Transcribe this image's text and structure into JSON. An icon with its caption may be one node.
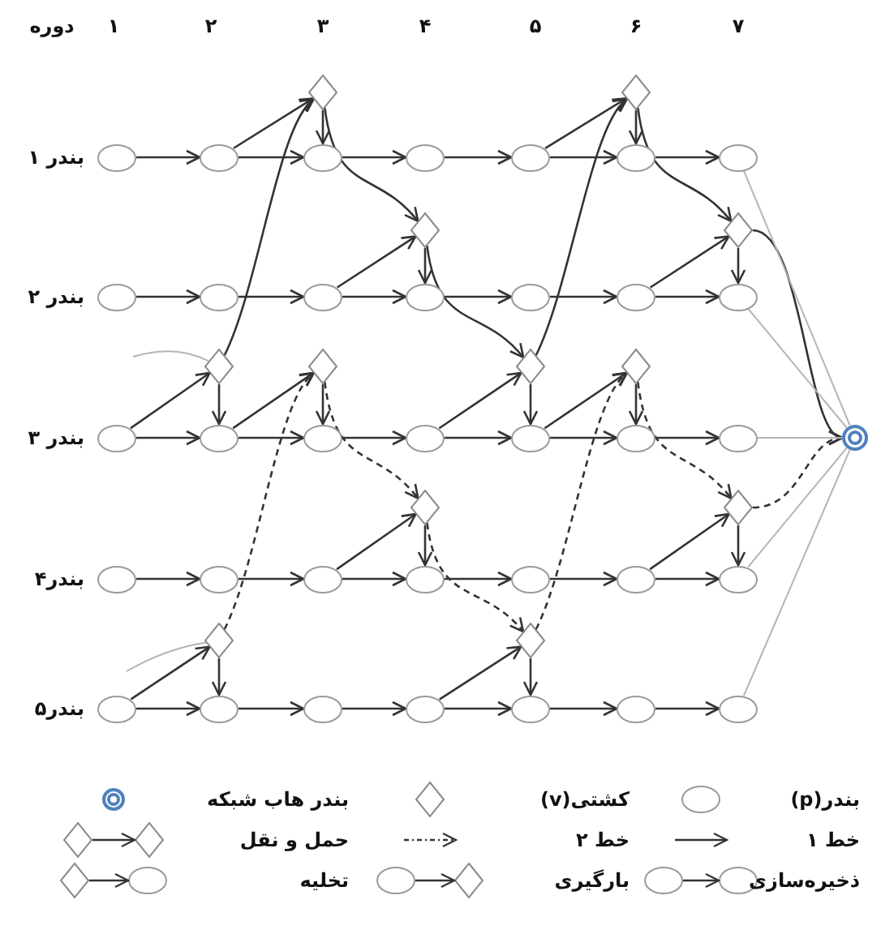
{
  "diagram": {
    "nodes": [
      {
        "text": [],
        "shape": "diamond"
      },
      {
        "text": [],
        "shape": "diamond"
      },
      {
        "text": [],
        "shape": "ellipse"
      },
      {
        "text": [],
        "shape": "ellipse"
      },
      {
        "text": [],
        "shape": "ellipse"
      },
      {
        "text": [],
        "shape": "ellipse"
      },
      {
        "text": [],
        "shape": "ellipse"
      },
      {
        "text": [],
        "shape": "ellipse"
      },
      {
        "text": [],
        "shape": "ellipse"
      },
      {
        "text": [],
        "shape": "diamond"
      },
      {
        "text": [],
        "shape": "diamond"
      },
      {
        "text": [],
        "shape": "ellipse"
      },
      {
        "text": [],
        "shape": "ellipse"
      },
      {
        "text": [],
        "shape": "ellipse"
      },
      {
        "text": [],
        "shape": "ellipse"
      },
      {
        "text": [],
        "shape": "ellipse"
      },
      {
        "text": [],
        "shape": "ellipse"
      },
      {
        "text": [],
        "shape": "ellipse"
      },
      {
        "text": [],
        "shape": "diamond"
      },
      {
        "text": [],
        "shape": "diamond"
      },
      {
        "text": [],
        "shape": "diamond"
      },
      {
        "text": [],
        "shape": "diamond"
      },
      {
        "text": [],
        "shape": "ellipse"
      },
      {
        "text": [],
        "shape": "ellipse"
      },
      {
        "text": [],
        "shape": "ellipse"
      },
      {
        "text": [],
        "shape": "ellipse"
      },
      {
        "text": [],
        "shape": "ellipse"
      },
      {
        "text": [],
        "shape": "ellipse"
      },
      {
        "text": [],
        "shape": "ellipse"
      },
      {
        "text": [],
        "shape": "circle"
      },
      {
        "text": [],
        "shape": "diamond"
      },
      {
        "text": [],
        "shape": "diamond"
      },
      {
        "text": [],
        "shape": "ellipse"
      },
      {
        "text": [],
        "shape": "ellipse"
      },
      {
        "text": [],
        "shape": "ellipse"
      },
      {
        "text": [],
        "shape": "ellipse"
      },
      {
        "text": [],
        "shape": "ellipse"
      },
      {
        "text": [],
        "shape": "ellipse"
      },
      {
        "text": [],
        "shape": "ellipse"
      },
      {
        "text": [],
        "shape": "diamond"
      },
      {
        "text": [],
        "shape": "diamond"
      },
      {
        "text": [],
        "shape": "ellipse"
      },
      {
        "text": [],
        "shape": "ellipse"
      },
      {
        "text": [],
        "shape": "ellipse"
      },
      {
        "text": [],
        "shape": "ellipse"
      },
      {
        "text": [],
        "shape": "ellipse"
      },
      {
        "text": [],
        "shape": "ellipse"
      },
      {
        "text": [],
        "shape": "ellipse"
      }
    ],
    "edges": [
      {
        "from": 2,
        "to": 3,
        "arrow": "to"
      },
      {
        "from": 3,
        "to": 4,
        "arrow": "to"
      },
      {
        "from": 3,
        "to": 0,
        "arrow": "to"
      },
      {
        "from": 0,
        "to": 4,
        "arrow": "to"
      },
      {
        "from": 4,
        "to": 5,
        "arrow": "to"
      },
      {
        "from": 5,
        "to": 6,
        "arrow": "to"
      },
      {
        "from": 6,
        "to": 7,
        "arrow": "to"
      },
      {
        "from": 6,
        "to": 1,
        "arrow": "to"
      },
      {
        "from": 1,
        "to": 7,
        "arrow": "to"
      },
      {
        "from": 7,
        "to": 8,
        "arrow": "to"
      },
      {
        "from": 11,
        "to": 12,
        "arrow": "to"
      },
      {
        "from": 12,
        "to": 13,
        "arrow": "to"
      },
      {
        "from": 13,
        "to": 14,
        "arrow": "to"
      },
      {
        "from": 13,
        "to": 9,
        "arrow": "to"
      },
      {
        "from": 9,
        "to": 14,
        "arrow": "to"
      },
      {
        "from": 14,
        "to": 15,
        "arrow": "to"
      },
      {
        "from": 15,
        "to": 16,
        "arrow": "to"
      },
      {
        "from": 16,
        "to": 17,
        "arrow": "to"
      },
      {
        "from": 16,
        "to": 10,
        "arrow": "to"
      },
      {
        "from": 10,
        "to": 17,
        "arrow": "to"
      },
      {
        "from": 22,
        "to": 23,
        "arrow": "to"
      },
      {
        "from": 22,
        "to": 18,
        "arrow": "to"
      },
      {
        "from": 18,
        "to": 23,
        "arrow": "to"
      },
      {
        "from": 23,
        "to": 24,
        "arrow": "to"
      },
      {
        "from": 23,
        "to": 19,
        "arrow": "to"
      },
      {
        "from": 19,
        "to": 24,
        "arrow": "to"
      },
      {
        "from": 24,
        "to": 25,
        "arrow": "to"
      },
      {
        "from": 25,
        "to": 26,
        "arrow": "to"
      },
      {
        "from": 25,
        "to": 20,
        "arrow": "to"
      },
      {
        "from": 20,
        "to": 26,
        "arrow": "to"
      },
      {
        "from": 26,
        "to": 27,
        "arrow": "to"
      },
      {
        "from": 26,
        "to": 21,
        "arrow": "to"
      },
      {
        "from": 21,
        "to": 27,
        "arrow": "to"
      },
      {
        "from": 27,
        "to": 28,
        "arrow": "to"
      },
      {
        "from": 32,
        "to": 33,
        "arrow": "to"
      },
      {
        "from": 33,
        "to": 34,
        "arrow": "to"
      },
      {
        "from": 34,
        "to": 35,
        "arrow": "to"
      },
      {
        "from": 34,
        "to": 30,
        "arrow": "to"
      },
      {
        "from": 30,
        "to": 35,
        "arrow": "to"
      },
      {
        "from": 35,
        "to": 36,
        "arrow": "to"
      },
      {
        "from": 36,
        "to": 37,
        "arrow": "to"
      },
      {
        "from": 37,
        "to": 38,
        "arrow": "to"
      },
      {
        "from": 37,
        "to": 31,
        "arrow": "to"
      },
      {
        "from": 31,
        "to": 38,
        "arrow": "to"
      },
      {
        "from": 41,
        "to": 42,
        "arrow": "to"
      },
      {
        "from": 41,
        "to": 39,
        "arrow": "to"
      },
      {
        "from": 39,
        "to": 42,
        "arrow": "to"
      },
      {
        "from": 42,
        "to": 43,
        "arrow": "to"
      },
      {
        "from": 43,
        "to": 44,
        "arrow": "to"
      },
      {
        "from": 44,
        "to": 45,
        "arrow": "to"
      },
      {
        "from": 44,
        "to": 40,
        "arrow": "to"
      },
      {
        "from": 40,
        "to": 45,
        "arrow": "to"
      },
      {
        "from": 45,
        "to": 46,
        "arrow": "to"
      },
      {
        "from": 46,
        "to": 47,
        "arrow": "to"
      },
      {
        "from": 18,
        "to": 0,
        "arrow": "to"
      },
      {
        "from": 0,
        "to": 9,
        "arrow": "to"
      },
      {
        "from": 9,
        "to": 20,
        "arrow": "to"
      },
      {
        "from": 20,
        "to": 1,
        "arrow": "to"
      },
      {
        "from": 1,
        "to": 10,
        "arrow": "to"
      },
      {
        "from": 10,
        "to": 29,
        "arrow": "to"
      },
      {
        "from": 39,
        "to": 19,
        "arrow": "to",
        "style": "dashed"
      },
      {
        "from": 19,
        "to": 30,
        "arrow": "to",
        "style": "dashed"
      },
      {
        "from": 30,
        "to": 40,
        "arrow": "to",
        "style": "dashed"
      },
      {
        "from": 40,
        "to": 21,
        "arrow": "to",
        "style": "dashed"
      },
      {
        "from": 21,
        "to": 31,
        "arrow": "to",
        "style": "dashed"
      },
      {
        "from": 31,
        "to": 29,
        "arrow": "to",
        "style": "dashed"
      },
      {
        "from": 8,
        "to": 29,
        "arrow": "none",
        "color": "#b4b4b4"
      },
      {
        "from": 17,
        "to": 29,
        "arrow": "none",
        "color": "#b4b4b4"
      },
      {
        "from": 28,
        "to": 29,
        "arrow": "none",
        "color": "#b4b4b4"
      },
      {
        "from": 38,
        "to": 29,
        "arrow": "none",
        "color": "#b4b4b4"
      },
      {
        "from": 47,
        "to": 29,
        "arrow": "none",
        "color": "#b4b4b4"
      },
      {
        "from": null,
        "to": 18,
        "arrow": "none",
        "color": "#b4b4b4"
      },
      {
        "from": null,
        "to": 39,
        "arrow": "none",
        "color": "#b4b4b4"
      }
    ],
    "labels": [
      "دوره",
      "۱",
      "۲",
      "۳",
      "۴",
      "۵",
      "۶",
      "۷",
      "بندر ۱",
      "بندر ۲",
      "بندر ۳",
      "بندر۴",
      "بندر۵"
    ],
    "legend": [
      {
        "text": "بندر(p)"
      },
      {
        "text": "کشتی(v)"
      },
      {
        "text": "بندر هاب شبکه"
      },
      {
        "text": "خط ۱"
      },
      {
        "text": "خط ۲"
      },
      {
        "text": "حمل و نقل"
      },
      {
        "text": "ذخیره‌سازی"
      },
      {
        "text": "بارگیری"
      },
      {
        "text": "تخلیه"
      }
    ]
  }
}
